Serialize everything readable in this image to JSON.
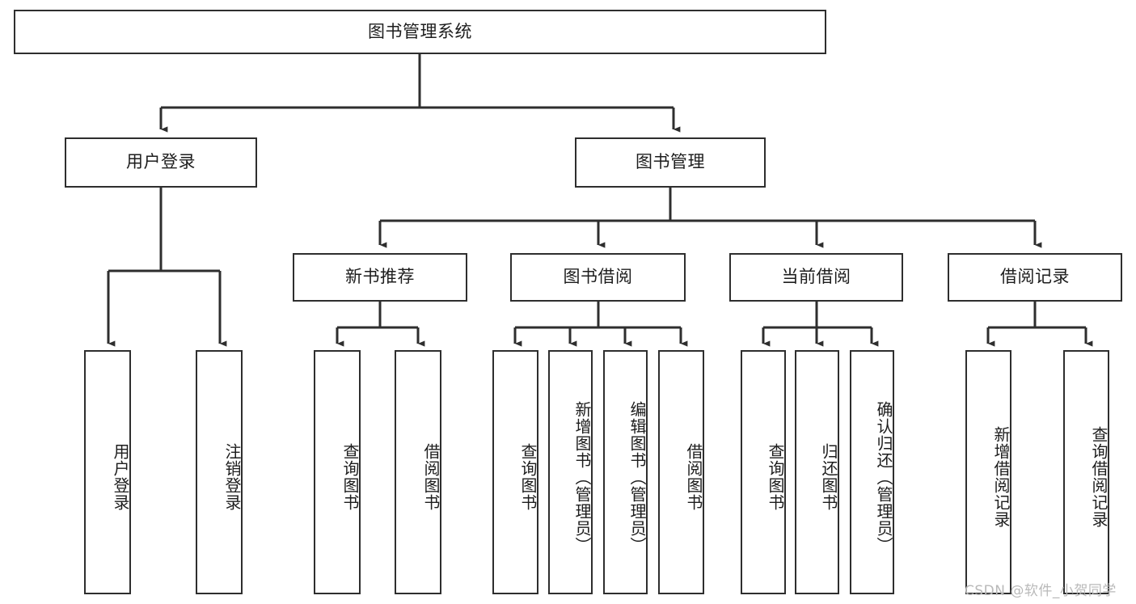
{
  "diagram": {
    "title": "图书管理系统",
    "type": "tree-hierarchy",
    "orientation": "top-down",
    "stroke_color": "#2e2e2e",
    "fill_color": "#ffffff",
    "text_color": "#1d1d1d"
  },
  "root": {
    "label": "图书管理系统"
  },
  "level2": [
    {
      "label": "用户登录"
    },
    {
      "label": "图书管理"
    }
  ],
  "level3": [
    {
      "label": "新书推荐"
    },
    {
      "label": "图书借阅"
    },
    {
      "label": "当前借阅"
    },
    {
      "label": "借阅记录"
    }
  ],
  "leaves": {
    "user_login": [
      {
        "label": "用户登录"
      },
      {
        "label": "注销登录"
      }
    ],
    "new_book_recommend": [
      {
        "label": "查询图书"
      },
      {
        "label": "借阅图书"
      }
    ],
    "book_borrow": [
      {
        "label": "查询图书"
      },
      {
        "label": "新增图书（管理员）"
      },
      {
        "label": "编辑图书（管理员）"
      },
      {
        "label": "借阅图书"
      }
    ],
    "current_borrow": [
      {
        "label": "查询图书"
      },
      {
        "label": "归还图书"
      },
      {
        "label": "确认归还（管理员）"
      }
    ],
    "borrow_record": [
      {
        "label": "新增借阅记录"
      },
      {
        "label": "查询借阅记录"
      }
    ]
  },
  "watermark": {
    "text": "CSDN @软件_小贺同学"
  }
}
